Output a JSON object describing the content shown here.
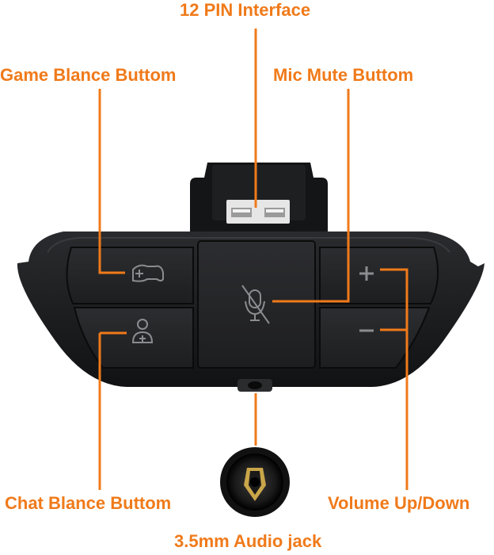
{
  "labels": {
    "pin": "12 PIN Interface",
    "game": "Game Blance Buttom",
    "mic": "Mic Mute Buttom",
    "chat": "Chat Blance Buttom",
    "volume": "Volume Up/Down",
    "jack": "3.5mm Audio jack"
  },
  "colors": {
    "accent": "#f07a1a",
    "device": "#1c1d1f",
    "background": "#ffffff"
  },
  "icons": {
    "game_button": "gamepad-plus-icon",
    "chat_button": "person-plus-icon",
    "mic_button": "microphone-muted-icon",
    "volume_up": "plus-icon",
    "volume_down": "minus-icon",
    "jack": "audio-jack-icon"
  }
}
